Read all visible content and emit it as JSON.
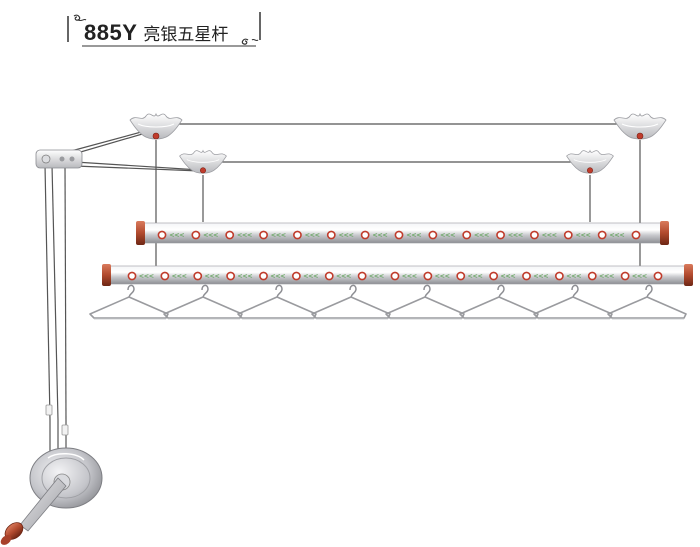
{
  "product": {
    "model": "885Y",
    "name": "亮银五星杆"
  },
  "icons": {
    "ornament": "curl-ornament-icon",
    "ceiling_mount": "flower-ceiling-mount-icon",
    "pulley": "wall-pulley-icon",
    "crank": "hand-crank-icon",
    "hanger": "clothes-hanger-icon"
  },
  "colors": {
    "rod_silver": "#d9dade",
    "rod_cap": "#b14a2e",
    "rivet_red": "#c03c2c",
    "cable": "#555555",
    "mount_silver": "#cfcfd3"
  },
  "scene": {
    "upper_rod_count": 1,
    "lower_rod_count": 1,
    "hanger_count": 8,
    "upper_rod_rivets": 15,
    "lower_rod_rivets": 17
  }
}
